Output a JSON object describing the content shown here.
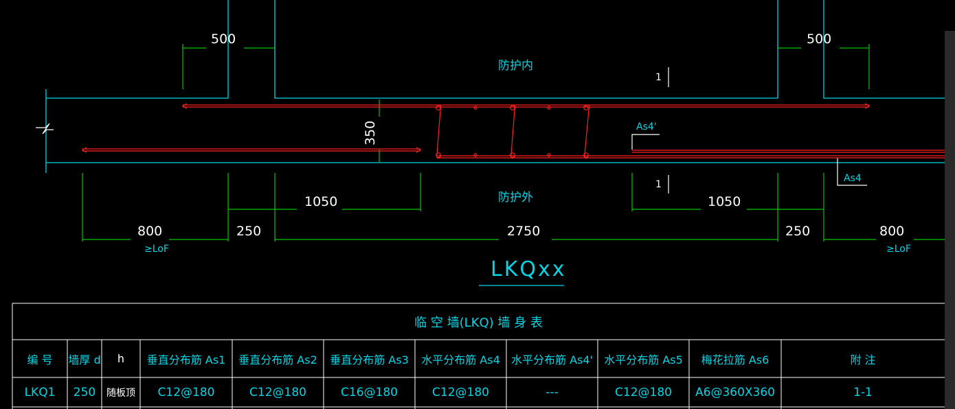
{
  "drawing": {
    "room_inside_label": "防护内",
    "room_outside_label": "防护外",
    "wall_thickness_dim": "350",
    "section_mark_top": "1",
    "section_mark_bottom": "1",
    "as4_prime_label": "As4'",
    "as4_label": "As4",
    "dim_top_left": "500",
    "dim_top_right": "500",
    "dim_mid_left": "1050",
    "dim_mid_right": "1050",
    "dim_bottom_left": "800",
    "dim_bottom_250_left": "250",
    "dim_bottom_center": "2750",
    "dim_bottom_250_right": "250",
    "dim_bottom_right": "800",
    "lof_left": "≥LoF",
    "lof_right": "≥LoF",
    "title": "LKQxx"
  },
  "colors": {
    "background": "#000000",
    "wall_line": "#00d7e6",
    "dimension_line": "#00c800",
    "rebar": "#ff2020",
    "white_text": "#ffffff"
  },
  "table": {
    "title": "临 空 墙(LKQ) 墙 身 表",
    "headers": [
      "编 号",
      "墙厚 d",
      "h",
      "垂直分布筋 As1",
      "垂直分布筋 As2",
      "垂直分布筋 As3",
      "水平分布筋 As4",
      "水平分布筋 As4'",
      "水平分布筋 As5",
      "梅花拉筋 As6",
      "附 注"
    ],
    "rows": [
      [
        "LKQ1",
        "250",
        "随板顶",
        "C12@180",
        "C12@180",
        "C16@180",
        "C12@180",
        "---",
        "C12@180",
        "A6@360X360",
        "1-1"
      ]
    ]
  }
}
